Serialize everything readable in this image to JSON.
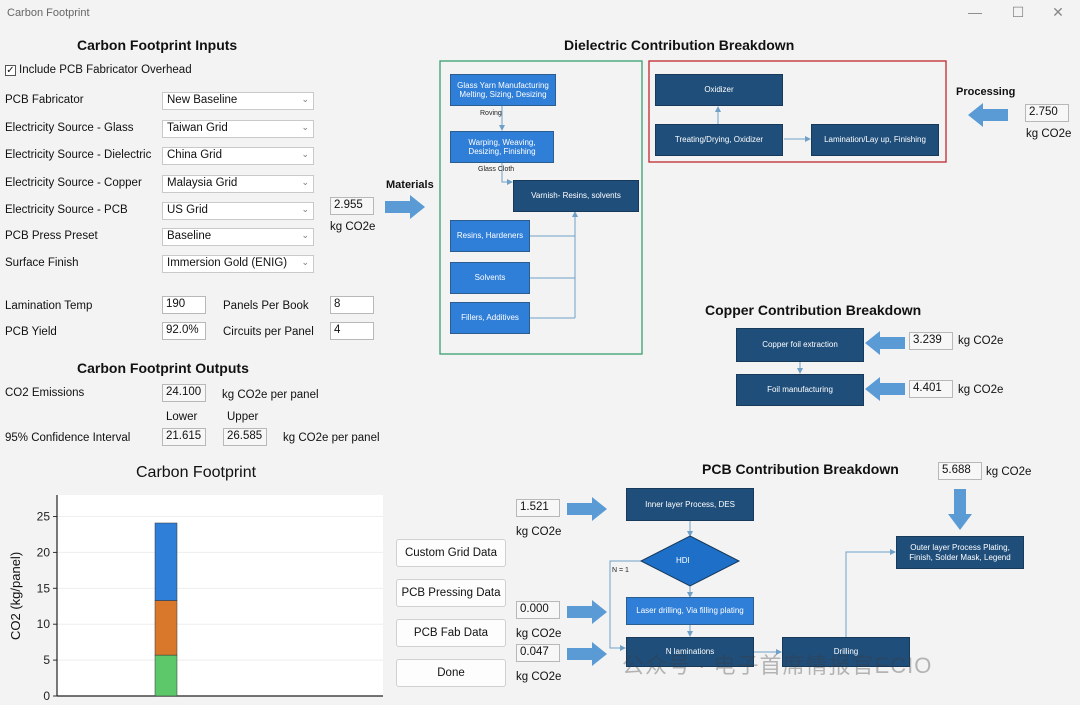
{
  "window": {
    "title": "Carbon Footprint",
    "minimize": "—",
    "maximize": "☐",
    "close": "✕"
  },
  "inputs": {
    "title": "Carbon Footprint Inputs",
    "overhead_check": {
      "label": "Include PCB Fabricator Overhead",
      "checked": true,
      "mark": "✓"
    },
    "rows": [
      {
        "label": "PCB Fabricator",
        "value": "New Baseline"
      },
      {
        "label": "Electricity Source - Glass",
        "value": "Taiwan Grid"
      },
      {
        "label": "Electricity Source - Dielectric",
        "value": "China Grid"
      },
      {
        "label": "Electricity Source - Copper",
        "value": "Malaysia Grid"
      },
      {
        "label": "Electricity Source - PCB",
        "value": "US Grid"
      },
      {
        "label": "PCB Press Preset",
        "value": "Baseline"
      },
      {
        "label": "Surface Finish",
        "value": "Immersion Gold (ENIG)"
      }
    ],
    "lamination_temp": {
      "label": "Lamination Temp",
      "value": "190"
    },
    "pcb_yield": {
      "label": "PCB Yield",
      "value": "92.0%"
    },
    "panels_per_book": {
      "label": "Panels Per Book",
      "value": "8"
    },
    "circuits_per_panel": {
      "label": "Circuits per Panel",
      "value": "4"
    },
    "materials_value": "2.955",
    "materials_unit": "kg CO2e"
  },
  "outputs": {
    "title": "Carbon Footprint Outputs",
    "co2_label": "CO2 Emissions",
    "co2_value": "24.100",
    "co2_unit": "kg CO2e per panel",
    "lower_label": "Lower",
    "upper_label": "Upper",
    "ci_label": "95% Confidence Interval",
    "ci_lower": "21.615",
    "ci_upper": "26.585",
    "ci_unit": "kg CO2e per panel"
  },
  "buttons": {
    "custom_grid": "Custom Grid Data",
    "pcb_pressing": "PCB Pressing Data",
    "pcb_fab": "PCB Fab Data",
    "done": "Done"
  },
  "dielectric": {
    "title": "Dielectric Contribution Breakdown",
    "materials_label": "Materials",
    "processing_label": "Processing",
    "processing_value": "2.750",
    "processing_unit": "kg CO2e",
    "glass_yarn": "Glass Yarn Manufacturing Melting, Sizing, Desizing",
    "roving": "Roving",
    "warping": "Warping, Weaving, Desizing, Finishing",
    "glass_cloth": "Glass Cloth",
    "varnish": "Varnish- Resins, solvents",
    "resins": "Resins, Hardeners",
    "solvents": "Solvents",
    "fillers": "Fillers, Additives",
    "oxidizer": "Oxidizer",
    "treating": "Treating/Drying, Oxidizer",
    "lamination": "Lamination/Lay up, Finishing",
    "colors": {
      "materials_border": "#3aa070",
      "processing_border": "#c0282e"
    }
  },
  "copper": {
    "title": "Copper Contribution Breakdown",
    "foil_extraction": "Copper foil extraction",
    "foil_manufacturing": "Foil manufacturing",
    "extraction_value": "3.239",
    "manufacturing_value": "4.401",
    "unit": "kg CO2e"
  },
  "pcb": {
    "title": "PCB Contribution Breakdown",
    "inner_layer": "Inner layer Process, DES",
    "hdi": "HDI",
    "n_eq_1": "N = 1",
    "laser_drilling": "Laser drilling, Via filling plating",
    "n_laminations": "N laminations",
    "drilling": "Drilling",
    "outer_layer": "Outer layer Process Plating, Finish, Solder Mask, Legend",
    "outer_value": "5.688",
    "inner_value": "1.521",
    "laser_value": "0.000",
    "lam_value": "0.047",
    "unit": "kg CO2e"
  },
  "watermark": "公众号 · 电子首席情报官ECIO",
  "colors": {
    "arrow": "#5b9bd5",
    "node": "#2f7ed8",
    "node_dark": "#1f4e7a"
  },
  "chart_data": {
    "type": "bar",
    "title": "Carbon Footprint",
    "ylabel": "CO2 (kg/panel)",
    "xlabel": "",
    "ylim": [
      0,
      28
    ],
    "yticks": [
      0,
      5,
      10,
      15,
      20,
      25
    ],
    "stacked": true,
    "categories": [
      ""
    ],
    "series": [
      {
        "values": [
          5.7
        ],
        "color": "#5cc86a"
      },
      {
        "values": [
          7.6
        ],
        "color": "#d9772a"
      },
      {
        "values": [
          10.8
        ],
        "color": "#2f7ed8"
      }
    ]
  }
}
